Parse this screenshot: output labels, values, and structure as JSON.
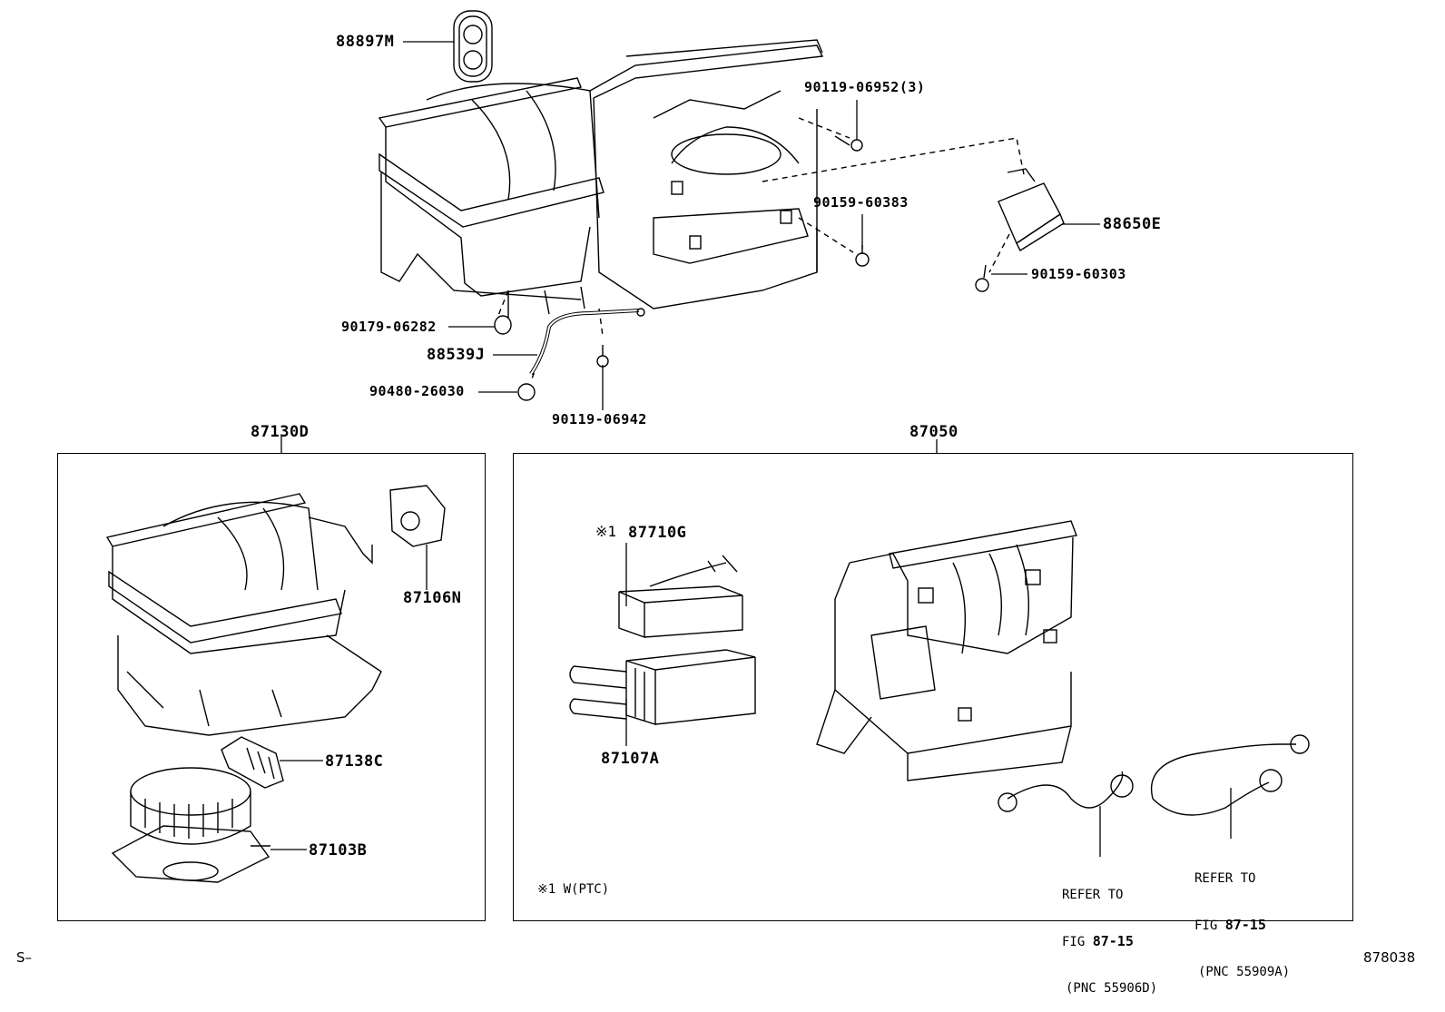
{
  "diagram": {
    "figure_id": "878038",
    "corner_mark": "S–",
    "top_assembly": {
      "parts": [
        {
          "id": "88897M"
        },
        {
          "id": "90119-06952(3)"
        },
        {
          "id": "90159-60383"
        },
        {
          "id": "88650E"
        },
        {
          "id": "90159-60303"
        },
        {
          "id": "90179-06282"
        },
        {
          "id": "88539J"
        },
        {
          "id": "90480-26030"
        },
        {
          "id": "90119-06942"
        }
      ]
    },
    "group_left": {
      "title": "87130D",
      "parts": [
        {
          "id": "87106N"
        },
        {
          "id": "87138C"
        },
        {
          "id": "87103B"
        }
      ]
    },
    "group_right": {
      "title": "87050",
      "parts": [
        {
          "id": "87710G",
          "marker": "※1"
        },
        {
          "id": "87107A"
        }
      ],
      "footnote": "※1 W(PTC)",
      "refs": [
        {
          "line1": "REFER TO",
          "fig_prefix": "FIG ",
          "fig": "87-15",
          "pnc": "(PNC 55906D)"
        },
        {
          "line1": "REFER TO",
          "fig_prefix": "FIG ",
          "fig": "87-15",
          "pnc": "(PNC 55909A)"
        }
      ]
    }
  }
}
